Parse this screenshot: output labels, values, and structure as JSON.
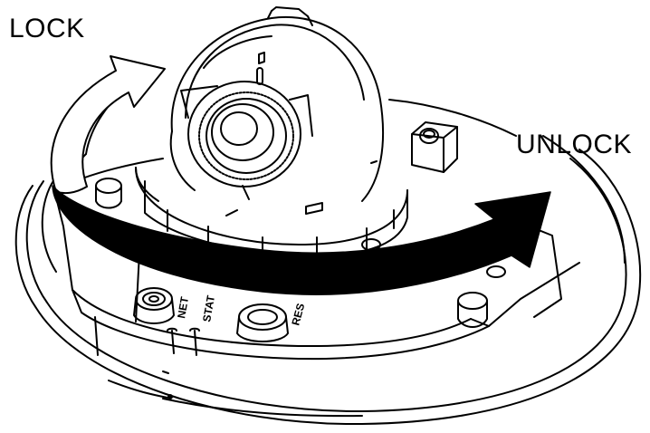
{
  "labels": {
    "lock": "LOCK",
    "unlock": "UNLOCK"
  },
  "port_labels": {
    "net": "NET",
    "stat": "STAT",
    "reset": "RES"
  },
  "colors": {
    "ink": "#000000",
    "background": "#ffffff",
    "arrow_fill": "#000000"
  },
  "icons": {
    "rotate_lock": "curved-arrow-left-outline-icon",
    "rotate_unlock": "curved-arrow-right-solid-icon"
  }
}
